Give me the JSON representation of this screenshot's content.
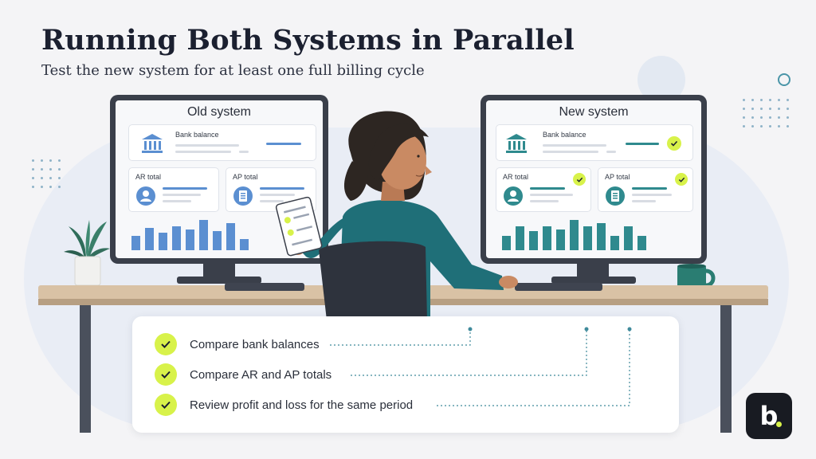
{
  "header": {
    "title": "Running Both Systems in Parallel",
    "subtitle": "Test the new system for at least one full billing cycle"
  },
  "old_system": {
    "title": "Old system",
    "bank_label": "Bank balance",
    "ar_label": "AR total",
    "ap_label": "AP total",
    "accent": "#5b8fd1"
  },
  "new_system": {
    "title": "New system",
    "bank_label": "Bank balance",
    "ar_label": "AR total",
    "ap_label": "AP total",
    "accent": "#2f8a8e"
  },
  "checklist": {
    "items": [
      "Compare bank balances",
      "Compare AR and AP totals",
      "Review profit and loss for the same period"
    ]
  },
  "brand": {
    "logo_text": "b",
    "accent": "#d8f24a"
  }
}
